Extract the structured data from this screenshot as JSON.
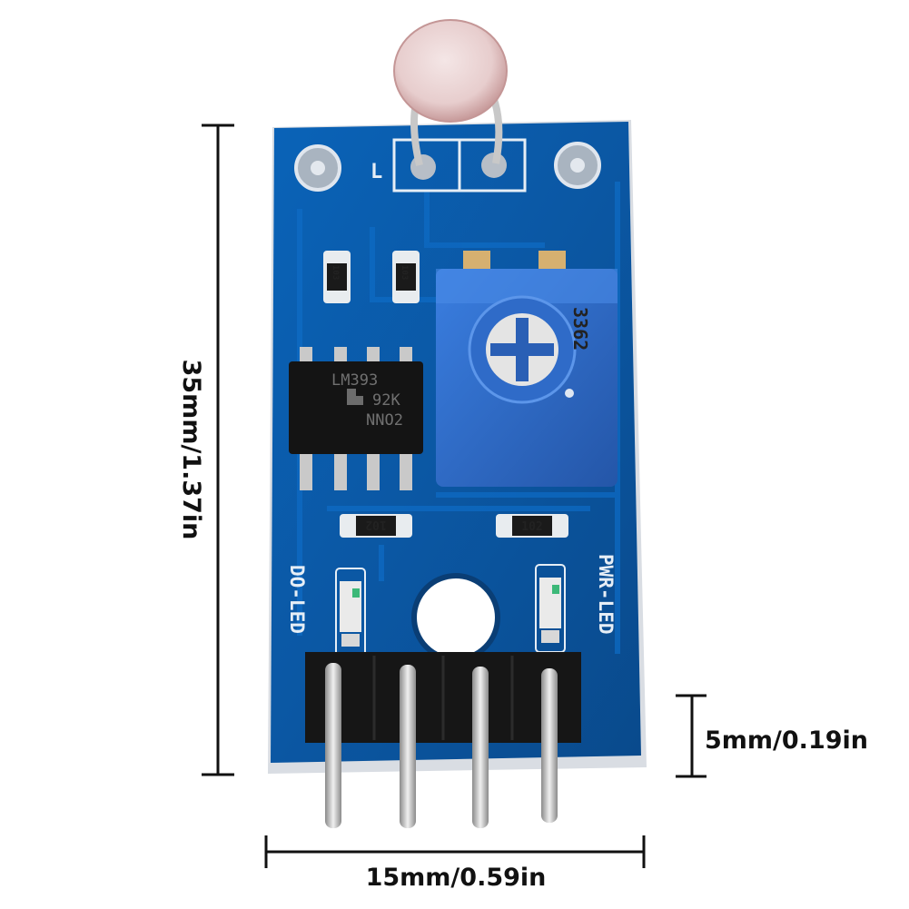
{
  "dimensions": {
    "height_label": "35mm/1.37in",
    "width_label": "15mm/0.59in",
    "pin_label": "5mm/0.19in"
  },
  "board": {
    "chip_text": [
      "LM393",
      "92K",
      "NNO2"
    ],
    "pot_text": "3362",
    "resistor_top_left": "103",
    "resistor_top_right": "103",
    "resistor_bottom_left": "102",
    "resistor_bottom_right": "102",
    "do_led_label": "DO-LED",
    "pwr_led_label": "PWR-LED",
    "ldr_pad_label": "L"
  },
  "colors": {
    "pcb": "#0b5aa8",
    "pot": "#2f6fd0",
    "chip": "#151515",
    "header": "#111111",
    "pin": "#c8c8c8"
  }
}
